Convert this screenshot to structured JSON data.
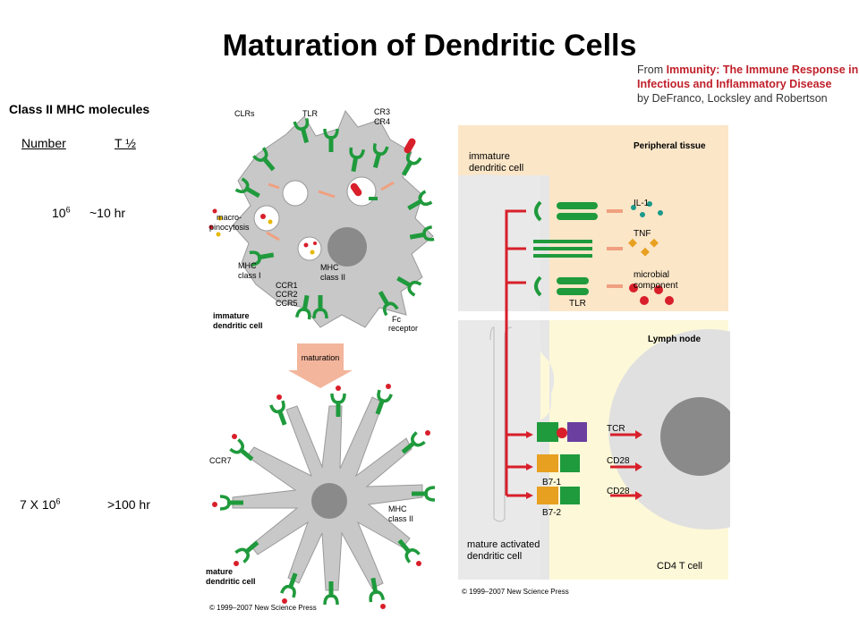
{
  "title": "Maturation of Dendritic Cells",
  "citation": {
    "prefix": "From ",
    "book": "Immunity: The Immune Response in Infectious and Inflammatory Disease",
    "authors": "by DeFranco, Locksley and Robertson"
  },
  "mhc_table": {
    "heading": "Class II MHC molecules",
    "col_number": "Number",
    "col_half_life": "T ½",
    "rows": [
      {
        "number_base": "10",
        "number_exp": "6",
        "half_life": "~10 hr"
      },
      {
        "number_base": "7 X 10",
        "number_exp": "6",
        "half_life": ">100 hr"
      }
    ]
  },
  "left_figure": {
    "labels": {
      "clrs": "CLRs",
      "tlr": "TLR",
      "cr3": "CR3",
      "cr4": "CR4",
      "macro": "macro-",
      "pinocytosis": "pinocytosis",
      "mhc1_a": "MHC",
      "mhc1_b": "class I",
      "mhc2_a": "MHC",
      "mhc2_b": "class II",
      "ccr1": "CCR1",
      "ccr2": "CCR2",
      "ccr5": "CCR5",
      "fc_a": "Fc",
      "fc_b": "receptor",
      "immature_a": "immature",
      "immature_b": "dendritic cell",
      "maturation": "maturation",
      "ccr7": "CCR7",
      "mature_mhc2_a": "MHC",
      "mature_mhc2_b": "class II",
      "mature_a": "mature",
      "mature_b": "dendritic cell",
      "copyright": "© 1999–2007 New Science Press"
    }
  },
  "right_figure": {
    "labels": {
      "immature_a": "immature",
      "immature_b": "dendritic cell",
      "peripheral": "Peripheral tissue",
      "il1": "IL-1",
      "tnf": "TNF",
      "microbial_a": "microbial",
      "microbial_b": "component",
      "tlr": "TLR",
      "lymph": "Lymph node",
      "tcr": "TCR",
      "cd28_a": "CD28",
      "b71": "B7-1",
      "cd28_b": "CD28",
      "b72": "B7-2",
      "mature_a": "mature activated",
      "mature_b": "dendritic cell",
      "cd4": "CD4 T cell",
      "copyright": "© 1999–2007 New Science Press"
    }
  },
  "colors": {
    "receptor_green": "#1f9a3c",
    "signal_red": "#d81f2a",
    "cell_gray": "#c8c8c8",
    "peripheral_bg": "#fbe6c8",
    "lymph_bg": "#fdf8d8",
    "arrow_salmon": "#f0a080"
  }
}
